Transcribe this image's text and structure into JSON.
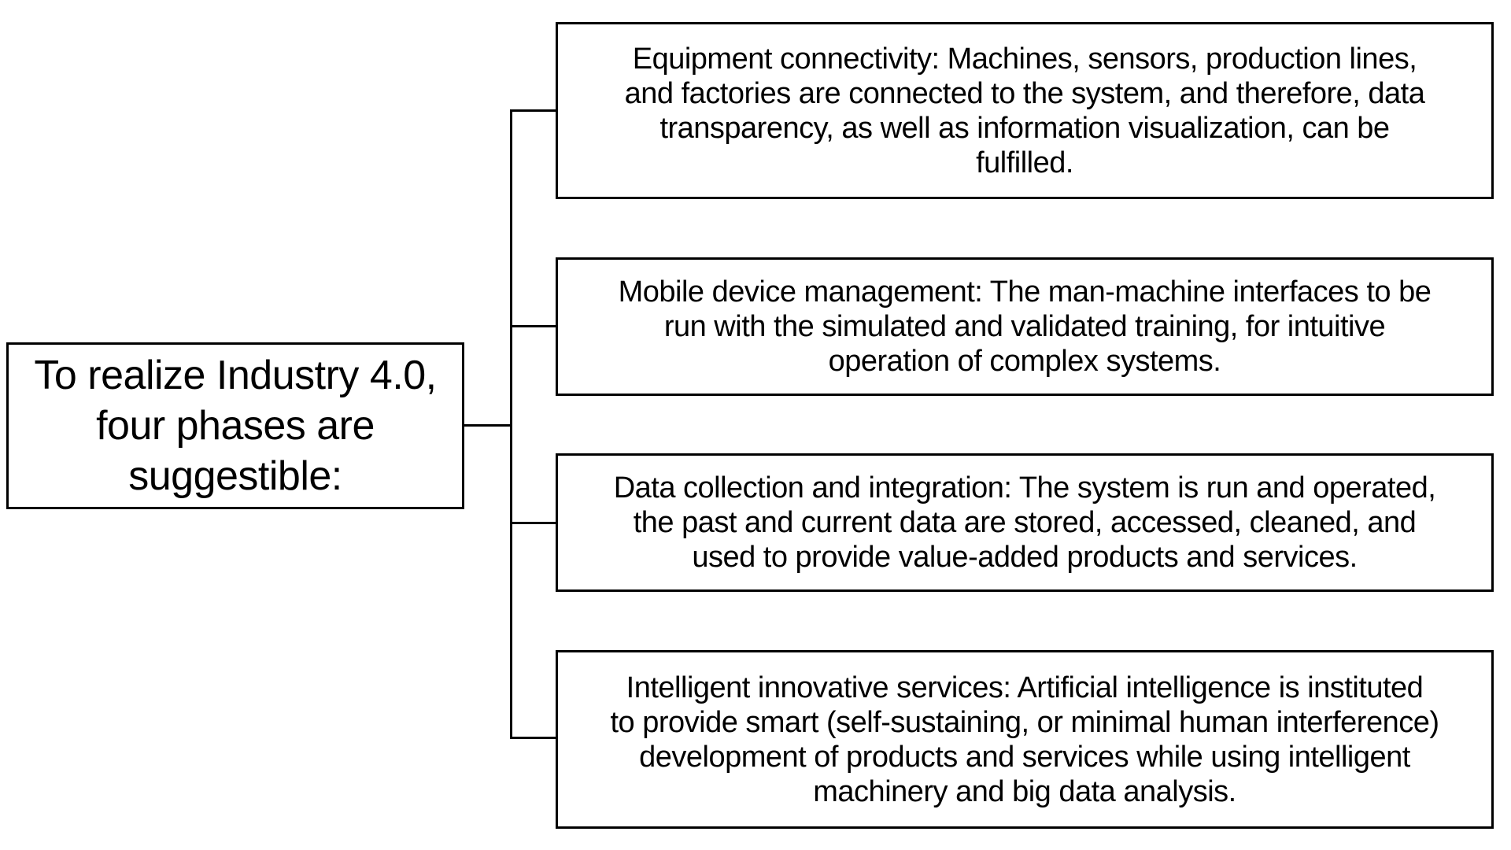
{
  "diagram": {
    "root": {
      "text": "To realize Industry 4.0,\nfour phases are\nsuggestible:"
    },
    "phases": [
      {
        "name": "equipment-connectivity",
        "text": "Equipment connectivity: Machines, sensors, production lines,\nand factories are connected to the system, and therefore, data\ntransparency, as well as information visualization, can be\nfulfilled."
      },
      {
        "name": "mobile-device-management",
        "text": "Mobile device management: The man-machine interfaces to be\nrun with the simulated and validated training, for intuitive\noperation of complex systems."
      },
      {
        "name": "data-collection-and-integration",
        "text": "Data collection and integration: The system is run and operated,\nthe past and current data are stored, accessed, cleaned, and\nused to provide value-added products and services."
      },
      {
        "name": "intelligent-innovative-services",
        "text": "Intelligent innovative services: Artificial intelligence is instituted\nto provide smart (self-sustaining, or minimal human interference)\ndevelopment of products and services while using intelligent\nmachinery and big data analysis."
      }
    ],
    "colors": {
      "border": "#000000",
      "text": "#000000",
      "background": "#ffffff"
    }
  }
}
